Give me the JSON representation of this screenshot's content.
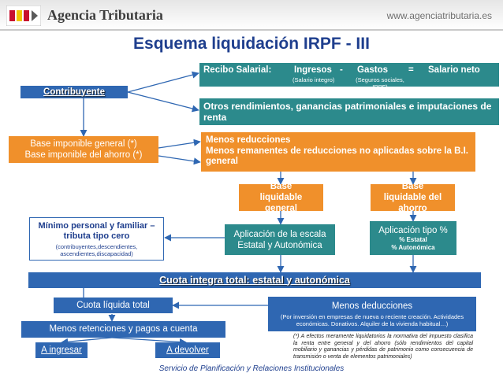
{
  "header": {
    "brand": "Agencia Tributaria",
    "url": "www.agenciatributaria.es"
  },
  "title": "Esquema liquidación IRPF - III",
  "recibo": {
    "label": "Recibo Salarial:",
    "ingresos": "Ingresos",
    "minus": "-",
    "gastos": "Gastos",
    "equals": "=",
    "salario_neto": "Salario neto",
    "ingresos_note": "(Salario integro)",
    "gastos_note": "(Seguros sociales, IRPF)"
  },
  "contribuyente": "Contribuyente",
  "otros_rendimientos": "Otros rendimientos, ganancias patrimoniales e imputaciones de renta",
  "base_imponible": {
    "line1": "Base imponible general (*)",
    "line2": "Base imponible del ahorro (*)"
  },
  "menos_reducciones": {
    "line1": "Menos reducciones",
    "line2": "Menos remanentes de reducciones no aplicadas sobre la B.I. general"
  },
  "base_liquidable_general": "Base liquidable general",
  "base_liquidable_ahorro": "Base liquidable del ahorro",
  "minimo_personal": {
    "title": "Mínimo personal y familiar – tributa tipo cero",
    "note": "(contribuyentes,descendientes, ascendientes,discapacidad)"
  },
  "escala": "Aplicación de la escala Estatal y Autonómica",
  "tipo": {
    "title": "Aplicación tipo %",
    "line2": "% Estatal",
    "line3": "% Autonómica"
  },
  "cuota_integra": "Cuota integra total: estatal y autonómica",
  "cuota_liquida": "Cuota líquida total",
  "menos_deducciones": {
    "title": "Menos deducciones",
    "note": "(Por inversión en empresas de nueva o reciente creación. Actividades económicas. Donativos. Alquiler de la vivienda habitual…)"
  },
  "menos_retenciones": "Menos retenciones y pagos a cuenta",
  "a_ingresar": "A ingresar",
  "a_devolver": "A devolver",
  "footnote": "(*) A efectos meramente liquidatorios la normativa del impuesto clasifica la renta entre general y del ahorro (sólo rendimientos del capital mobiliario y ganancias y pérdidas de patrimonio como consecuencia de transmisión o venta de elementos patrimoniales)",
  "footer": "Servicio de Planificación y Relaciones Institucionales",
  "colors": {
    "teal": "#2c8a8c",
    "blue": "#2f67b2",
    "orange": "#f0902b",
    "title": "#1f3f8e"
  }
}
